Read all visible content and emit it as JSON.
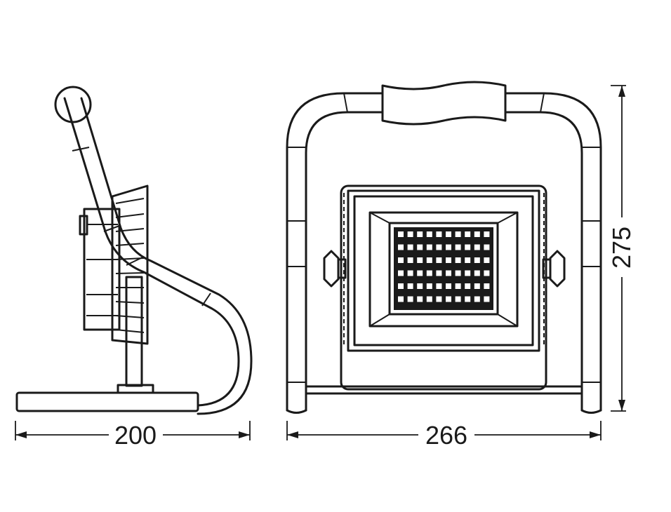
{
  "dimensions": {
    "side_width": "200",
    "front_width": "266",
    "height": "275"
  },
  "colors": {
    "line": "#1a1a1a",
    "background": "#ffffff"
  }
}
